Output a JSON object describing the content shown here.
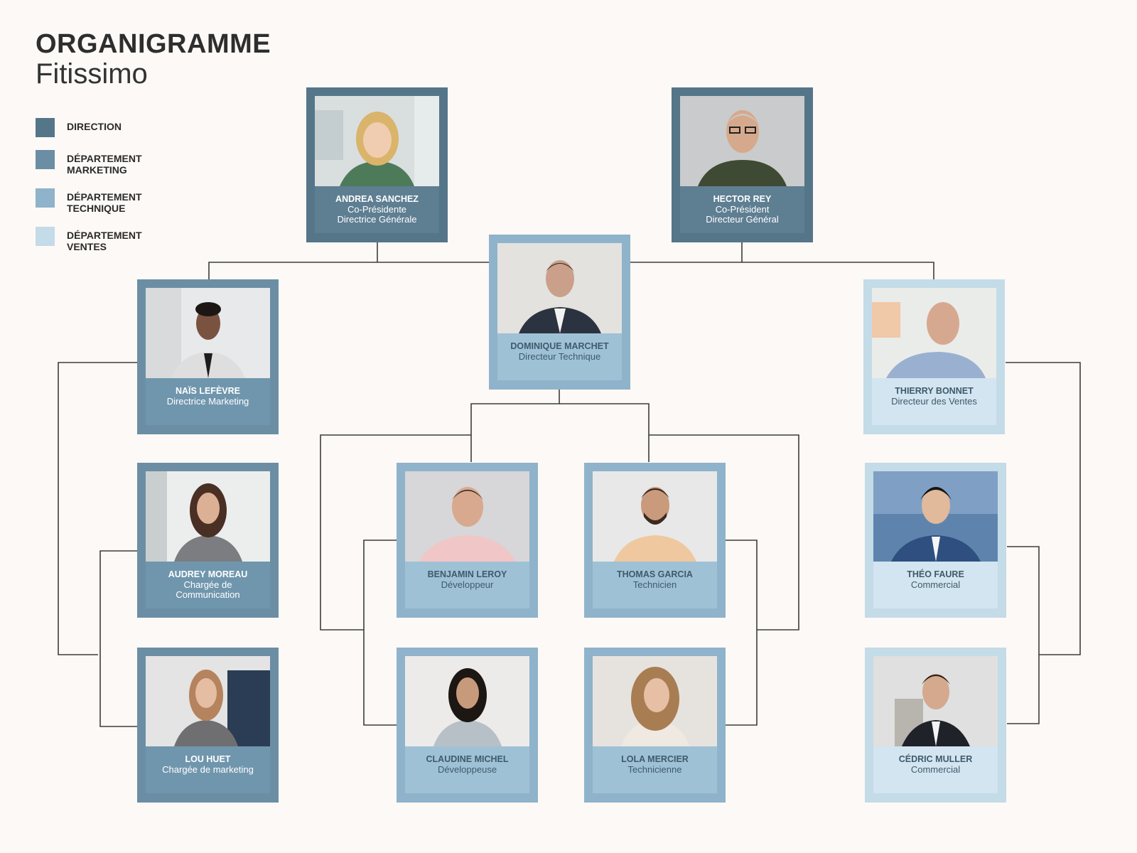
{
  "header": {
    "title": "ORGANIGRAMME",
    "subtitle": "Fitissimo"
  },
  "legend": [
    {
      "label": "DIRECTION",
      "color": "#557589"
    },
    {
      "label": "DÉPARTEMENT MARKETING",
      "color": "#6b8ea5"
    },
    {
      "label": "DÉPARTEMENT TECHNIQUE",
      "color": "#8fb3ca"
    },
    {
      "label": "DÉPARTEMENT VENTES",
      "color": "#c4dbe8"
    }
  ],
  "people": {
    "andrea": {
      "name": "ANDREA SANCHEZ",
      "role1": "Co-Présidente",
      "role2": "Directrice Générale"
    },
    "hector": {
      "name": "HECTOR REY",
      "role1": "Co-Président",
      "role2": "Directeur Général"
    },
    "dominique": {
      "name": "DOMINIQUE MARCHET",
      "role1": "Directeur Technique"
    },
    "nais": {
      "name": "NAÏS LEFÈVRE",
      "role1": "Directrice Marketing"
    },
    "thierry": {
      "name": "THIERRY BONNET",
      "role1": "Directeur des Ventes"
    },
    "audrey": {
      "name": "AUDREY MOREAU",
      "role1": "Chargée de",
      "role2": "Communication"
    },
    "lou": {
      "name": "LOU HUET",
      "role1": "Chargée de marketing"
    },
    "benjamin": {
      "name": "BENJAMIN LEROY",
      "role1": "Développeur"
    },
    "thomas": {
      "name": "THOMAS GARCIA",
      "role1": "Technicien"
    },
    "claudine": {
      "name": "CLAUDINE MICHEL",
      "role1": "Développeuse"
    },
    "lola": {
      "name": "LOLA MERCIER",
      "role1": "Technicienne"
    },
    "theo": {
      "name": "THÉO FAURE",
      "role1": "Commercial"
    },
    "cedric": {
      "name": "CÉDRIC MULLER",
      "role1": "Commercial"
    }
  }
}
